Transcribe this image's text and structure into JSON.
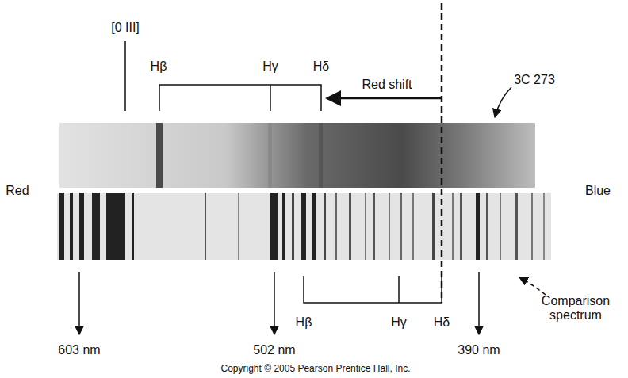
{
  "diagram": {
    "labels": [
      "[0 III]",
      "Hβ",
      "Hγ",
      "Hδ",
      "Red shift",
      "3C 273",
      "Red",
      "Blue",
      "Hβ",
      "Hγ",
      "Hδ",
      "Comparison spectrum",
      "603 nm",
      "502 nm",
      "390 nm",
      "Copyright © 2005 Pearson Prentice Hall, Inc."
    ]
  }
}
